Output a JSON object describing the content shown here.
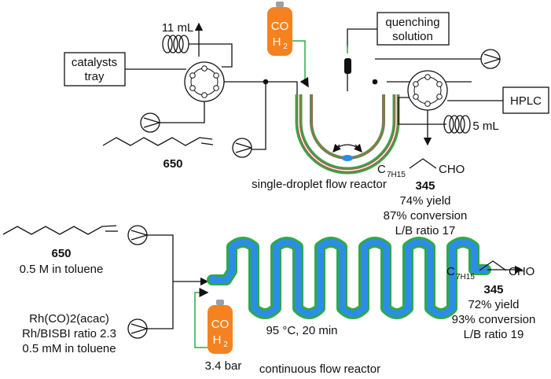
{
  "top": {
    "volume_loop_1": "11 mL",
    "catalysts_tray": [
      "catalysts",
      "tray"
    ],
    "gas_cylinder": {
      "line1": "CO",
      "line2_main": "H",
      "line2_sub": "2"
    },
    "quenching": [
      "quenching",
      "solution"
    ],
    "hplc": "HPLC",
    "volume_loop_2": "5 mL",
    "substrate_number": "650",
    "reactor_caption": "single-droplet flow reactor",
    "product": {
      "formula_main": "C",
      "formula_sub": "7H15",
      "aldehyde": "CHO",
      "number": "345"
    },
    "results": [
      "74% yield",
      "87% conversion",
      "L/B ratio 17"
    ]
  },
  "bottom": {
    "substrate_number": "650",
    "substrate_conc": "0.5 M in toluene",
    "catalyst_lines": [
      "Rh(CO)2(acac)",
      "Rh/BISBI ratio 2.3",
      "0.5 mM in toluene"
    ],
    "gas_cylinder": {
      "line1": "CO",
      "line2_main": "H",
      "line2_sub": "2"
    },
    "pressure": "3.4 bar",
    "conditions": "95 °C, 20 min",
    "reactor_caption": "continuous flow reactor",
    "product": {
      "formula_main": "C",
      "formula_sub": "7H15",
      "aldehyde": "CHO",
      "number": "345"
    },
    "results": [
      "72% yield",
      "93% conversion",
      "L/B ratio 19"
    ]
  },
  "colors": {
    "gas": "#f58220",
    "tube_green": "#2eaa4a",
    "tube_blue": "#2d8ce8",
    "tube_brown": "#9a6a4a",
    "line": "#111111"
  }
}
